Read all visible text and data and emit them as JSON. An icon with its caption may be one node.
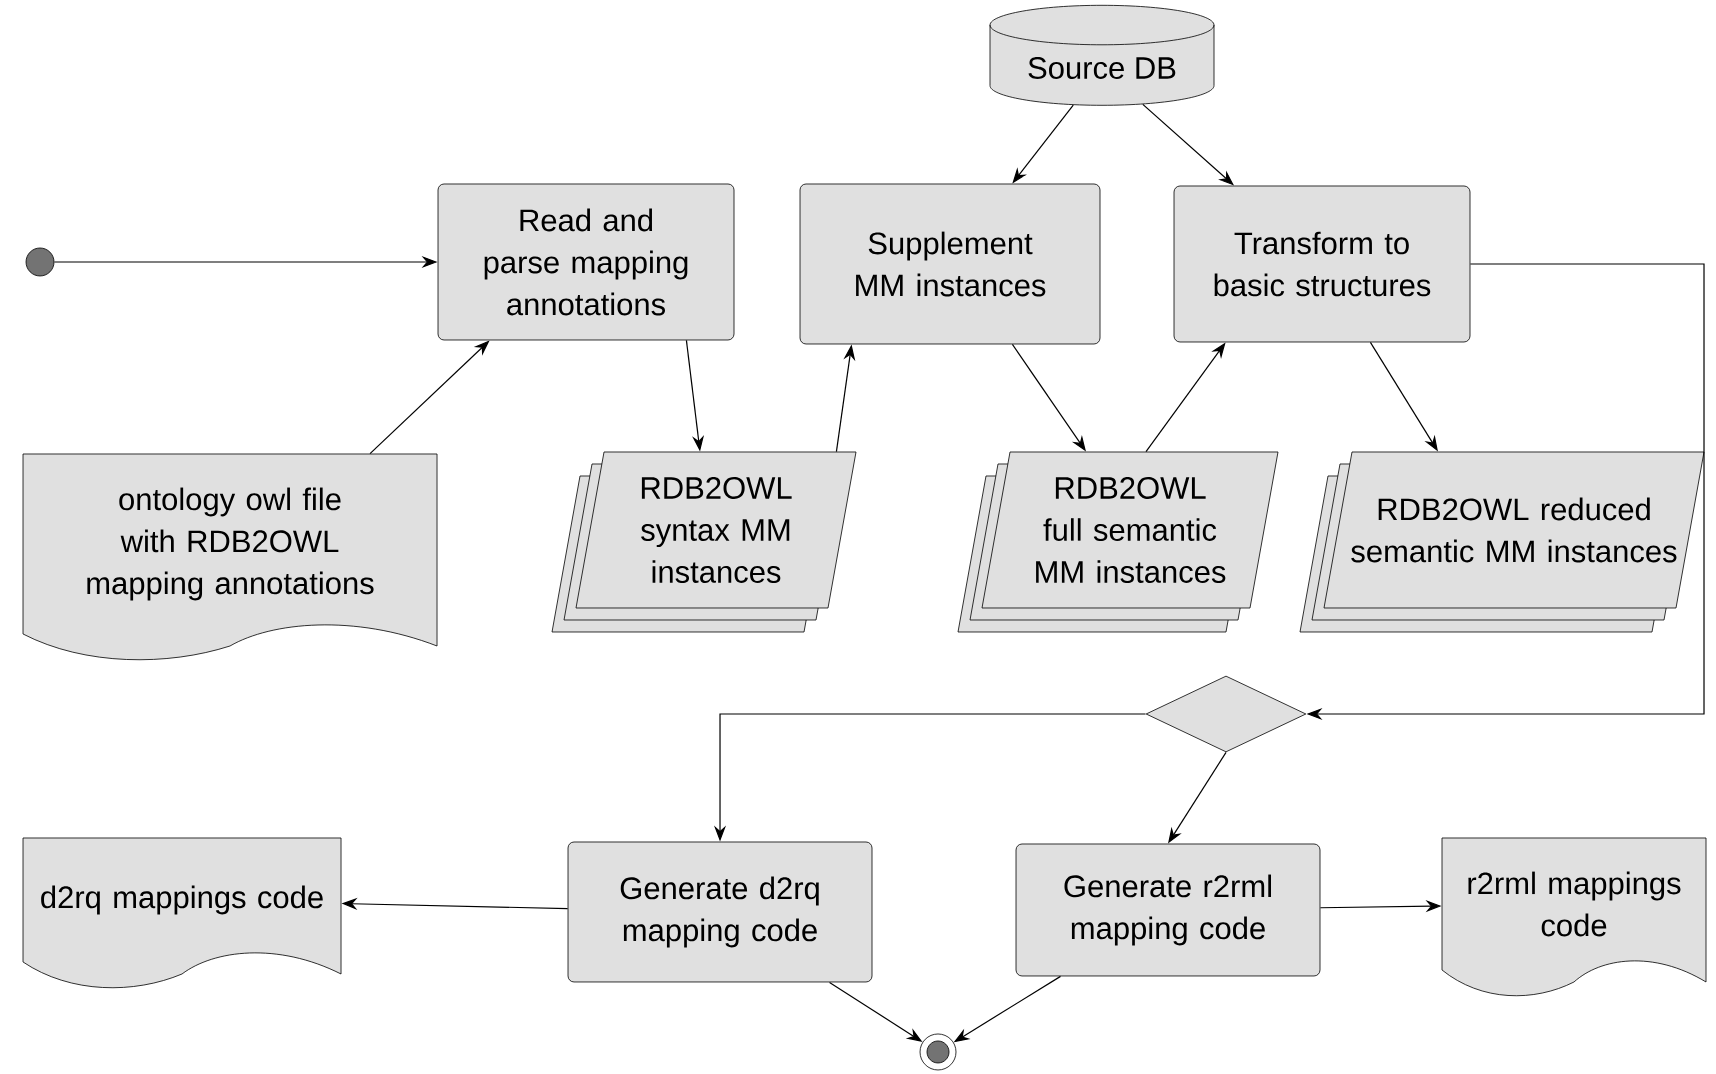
{
  "diagram": {
    "nodes": [
      {
        "text": [],
        "shape": "circle"
      },
      {
        "text": [
          "Read and parse mapping annotations"
        ]
      },
      {
        "text": [
          "ontology owl file with RDB2OWL mapping annotations"
        ]
      },
      {
        "text": [
          "Source DB"
        ]
      },
      {
        "text": [
          "Supplement MM instances"
        ]
      },
      {
        "text": [
          "Transform to basic structures"
        ]
      },
      {
        "text": [
          "RDB2OWL syntax MM instances"
        ]
      },
      {
        "text": [
          "RDB2OWL full semantic MM instances"
        ]
      },
      {
        "text": [
          "RDB2OWL reduced semantic MM instances"
        ]
      },
      {
        "text": [],
        "shape": "diamond"
      },
      {
        "text": [
          "d2rq mappings code"
        ]
      },
      {
        "text": [
          "Generate d2rq mapping code"
        ]
      },
      {
        "text": [
          "Generate r2rml mapping code"
        ]
      },
      {
        "text": [
          "r2rml mappings code"
        ]
      },
      {
        "text": [],
        "shape": "circle"
      }
    ],
    "edges": [
      {
        "from": 0,
        "to": 1,
        "arrow": "to"
      },
      {
        "from": 2,
        "to": 1,
        "arrow": "to"
      },
      {
        "from": 1,
        "to": 6,
        "arrow": "to"
      },
      {
        "from": 6,
        "to": 4,
        "arrow": "to"
      },
      {
        "from": 3,
        "to": 4,
        "arrow": "to"
      },
      {
        "from": 3,
        "to": 5,
        "arrow": "to"
      },
      {
        "from": 4,
        "to": 7,
        "arrow": "to"
      },
      {
        "from": 7,
        "to": 5,
        "arrow": "to"
      },
      {
        "from": 5,
        "to": 8,
        "arrow": "to"
      },
      {
        "from": 5,
        "to": 9,
        "arrow": "to"
      },
      {
        "from": 9,
        "to": 11,
        "arrow": "to"
      },
      {
        "from": 9,
        "to": 12,
        "arrow": "to"
      },
      {
        "from": 11,
        "to": 10,
        "arrow": "to"
      },
      {
        "from": 12,
        "to": 13,
        "arrow": "to"
      },
      {
        "from": 11,
        "to": 14,
        "arrow": "to"
      },
      {
        "from": 12,
        "to": 14,
        "arrow": "to"
      }
    ]
  }
}
